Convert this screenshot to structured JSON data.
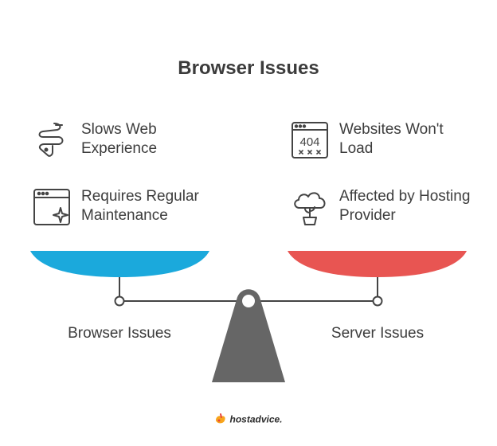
{
  "title": "Browser Issues",
  "left": {
    "label": "Browser Issues",
    "color": "#1ba9dc",
    "items": [
      {
        "text": "Slows Web Experience",
        "icon": "snail-icon"
      },
      {
        "text": "Requires Regular Maintenance",
        "icon": "browser-window-sparkle-icon"
      }
    ]
  },
  "right": {
    "label": "Server Issues",
    "color": "#e85552",
    "items": [
      {
        "text": "Websites Won't Load",
        "icon": "error-404-icon",
        "icon_text": "404"
      },
      {
        "text": "Affected by Hosting Provider",
        "icon": "cloud-plant-icon"
      }
    ]
  },
  "fulcrum_color": "#666666",
  "brand": {
    "text": "hostadvice."
  }
}
